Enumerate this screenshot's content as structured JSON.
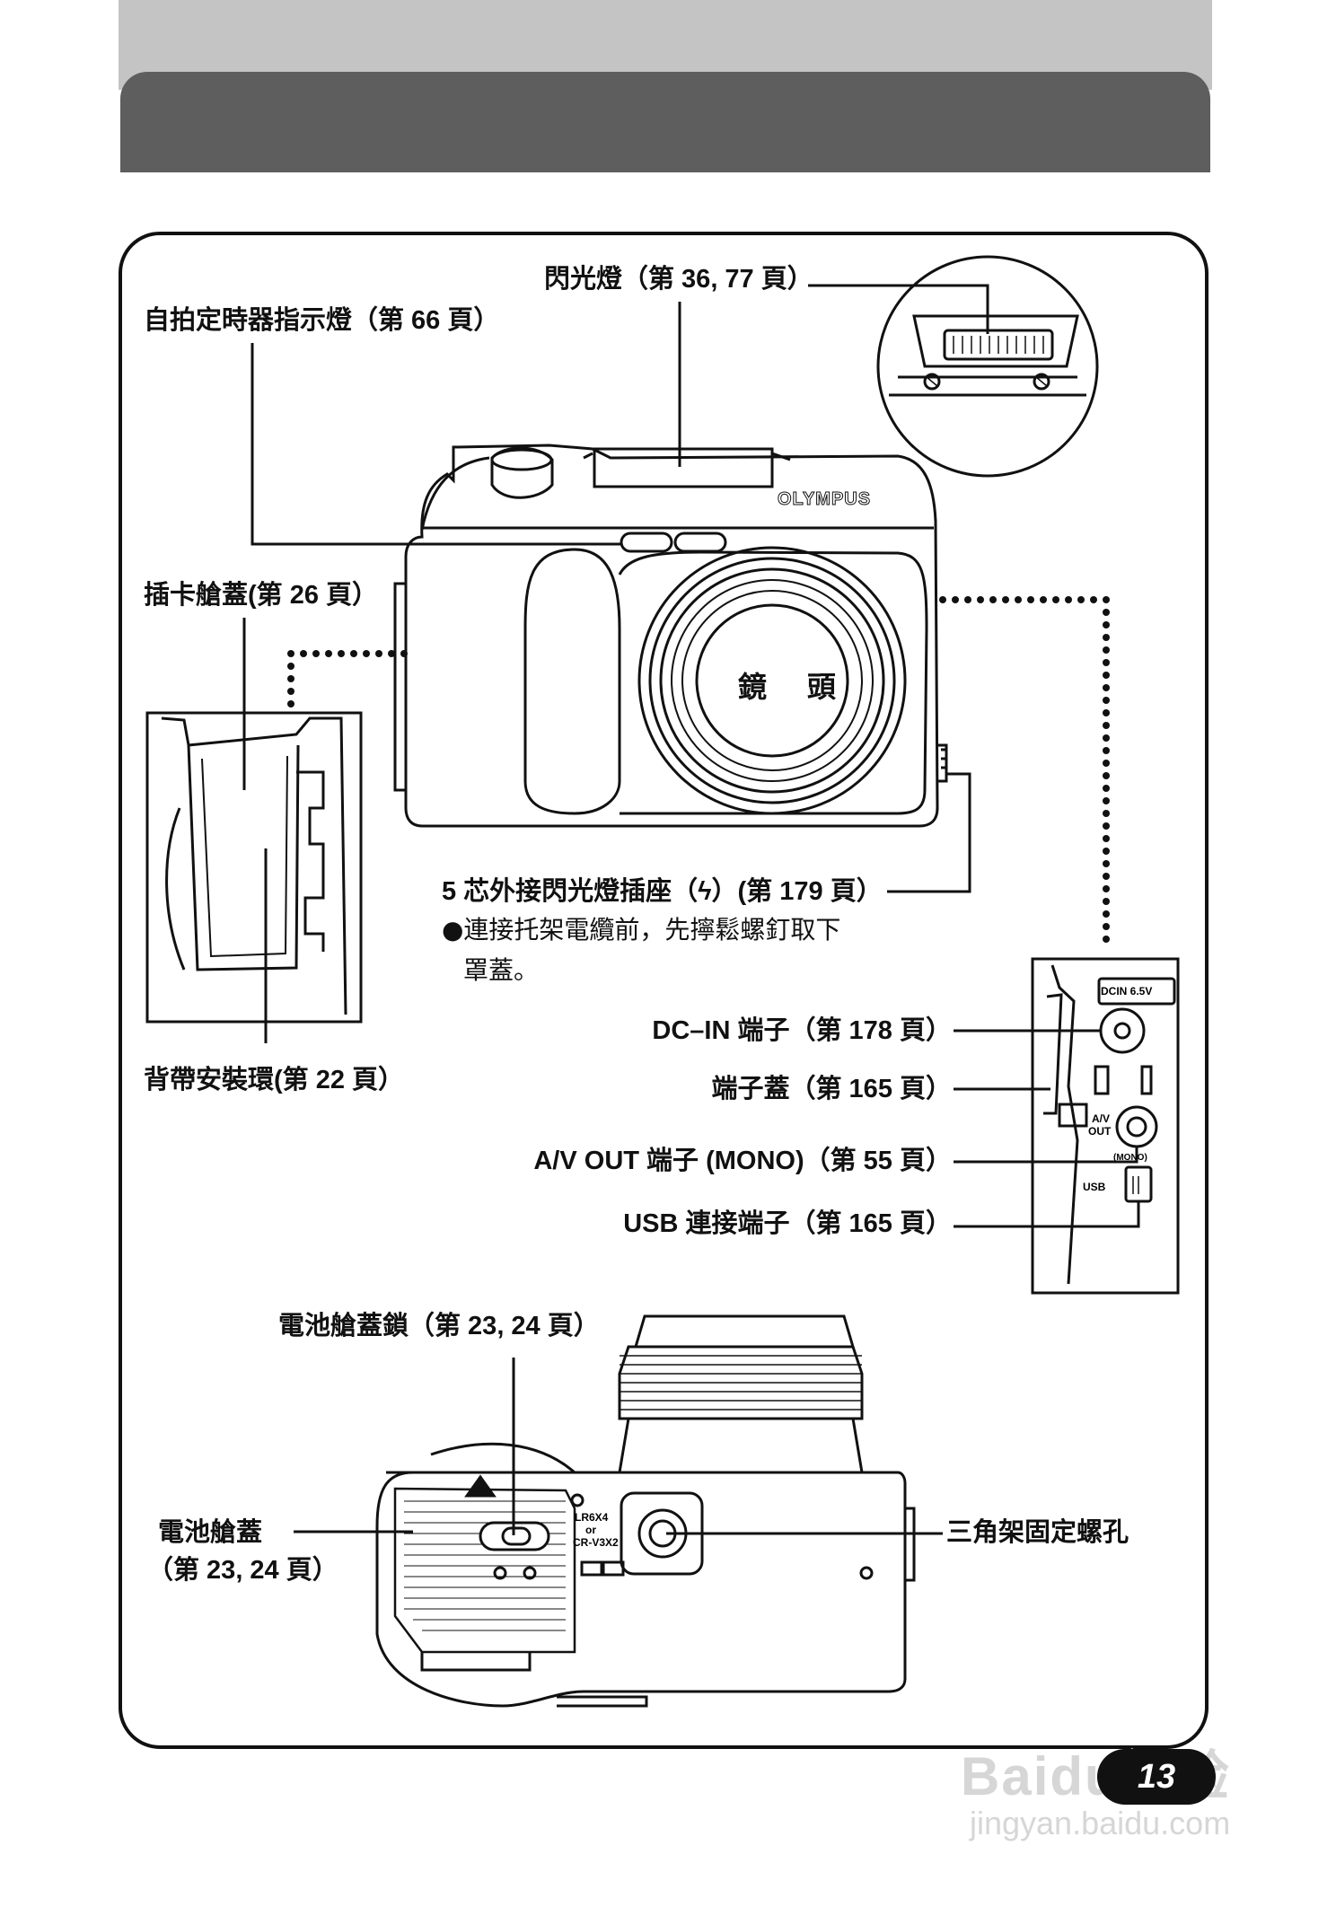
{
  "labels": {
    "flash": "閃光燈（第 36, 77 頁）",
    "self_timer_lamp": "自拍定時器指示燈（第 66 頁）",
    "card_cover": "插卡艙蓋(第 26 頁）",
    "strap_eyelet": "背帶安裝環(第 22 頁）",
    "flash_socket": "5 芯外接閃光燈插座（ϟ）(第 179 頁）",
    "dc_in": "DC–IN 端子（第 178 頁）",
    "connector_cover": "端子蓋（第 165 頁）",
    "av_out": "A/V OUT  端子 (MONO)（第 55 頁）",
    "usb": "USB 連接端子（第 165 頁）",
    "battery_lock": "電池艙蓋鎖（第 23, 24 頁）",
    "battery_cover_line1": "電池艙蓋",
    "battery_cover_line2": "（第 23, 24 頁）",
    "tripod": "三角架固定螺孔"
  },
  "note": {
    "line1": "●連接托架電纜前，先擰鬆螺釘取下",
    "line2": "罩蓋。"
  },
  "lens_label": "鏡 頭",
  "camera": {
    "brand": "OLYMPUS",
    "dcin": "DCIN 6.5V",
    "av": "A/V",
    "out": "OUT",
    "mono": "(MONO)",
    "usb": "USB",
    "battery_1": "LR6X4",
    "battery_2": "or",
    "battery_3": "CR-V3X2"
  },
  "page_number": "13",
  "watermark": {
    "line1": "Baidu经验",
    "line2": "jingyan.baidu.com"
  }
}
